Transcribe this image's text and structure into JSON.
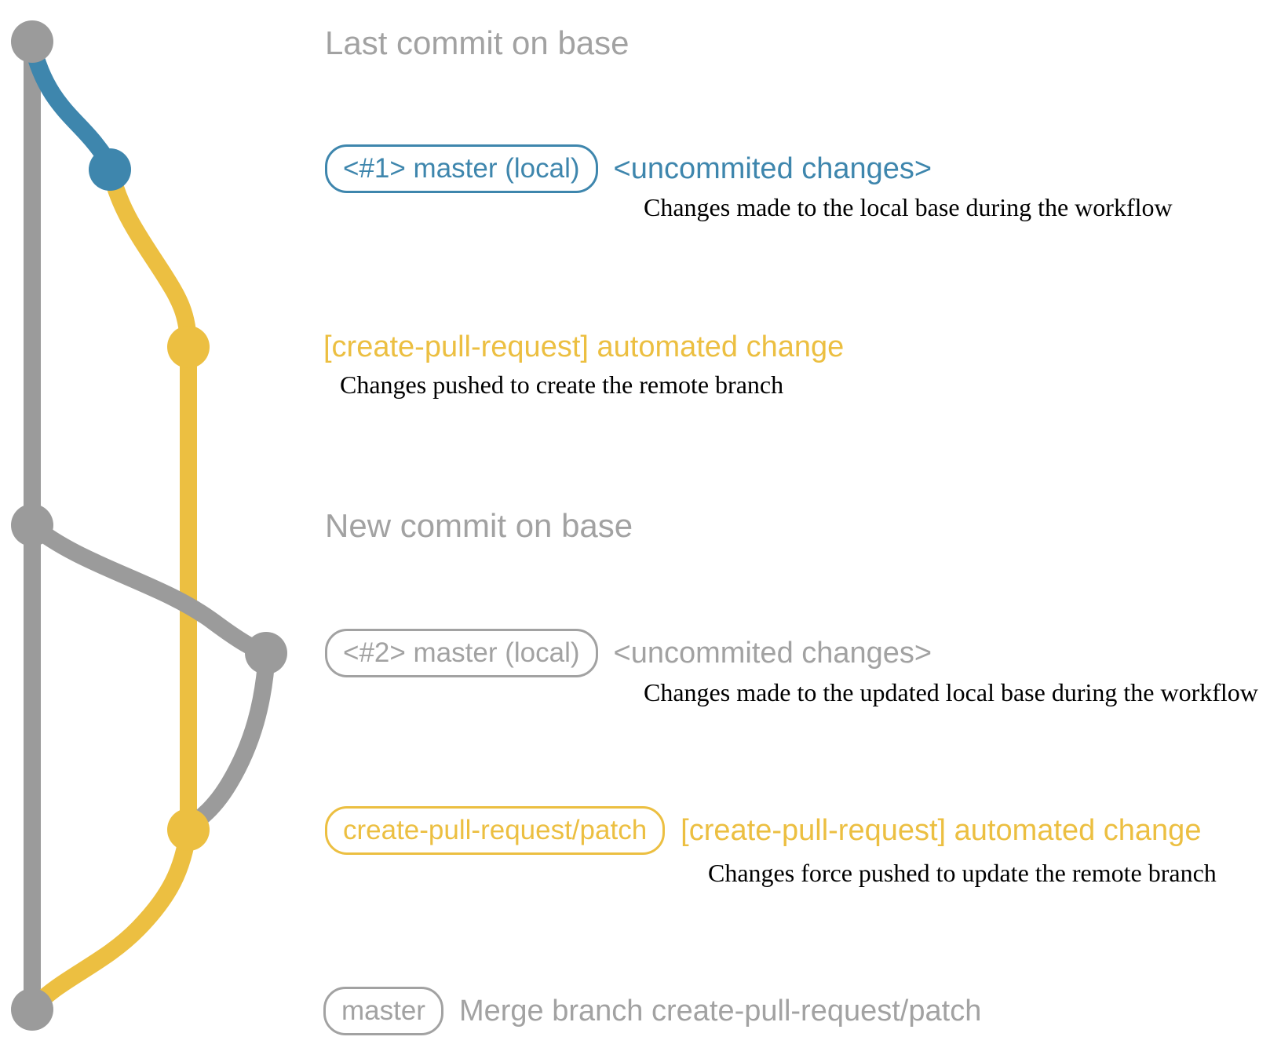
{
  "colors": {
    "blue": "#3e86ad",
    "yellow": "#ecbf41",
    "gray": "#9b9b9b",
    "gray_text": "#a2a2a2",
    "description": "#000000"
  },
  "captions": {
    "last_commit": "Last commit on base",
    "new_commit": "New commit on base"
  },
  "entries": {
    "master_local_1": {
      "badge": "<#1> master (local)",
      "annotation": "<uncommited changes>",
      "description": "Changes made to the local base during the workflow"
    },
    "automated_change_1": {
      "annotation": "[create-pull-request] automated change",
      "description": "Changes pushed to create the remote branch"
    },
    "master_local_2": {
      "badge": "<#2> master (local)",
      "annotation": "<uncommited changes>",
      "description": "Changes made to the updated local base during the workflow"
    },
    "patch_branch": {
      "badge": "create-pull-request/patch",
      "annotation": "[create-pull-request] automated change",
      "description": "Changes force pushed to update the remote branch"
    },
    "merge": {
      "badge": "master",
      "annotation": "Merge branch create-pull-request/patch"
    }
  }
}
